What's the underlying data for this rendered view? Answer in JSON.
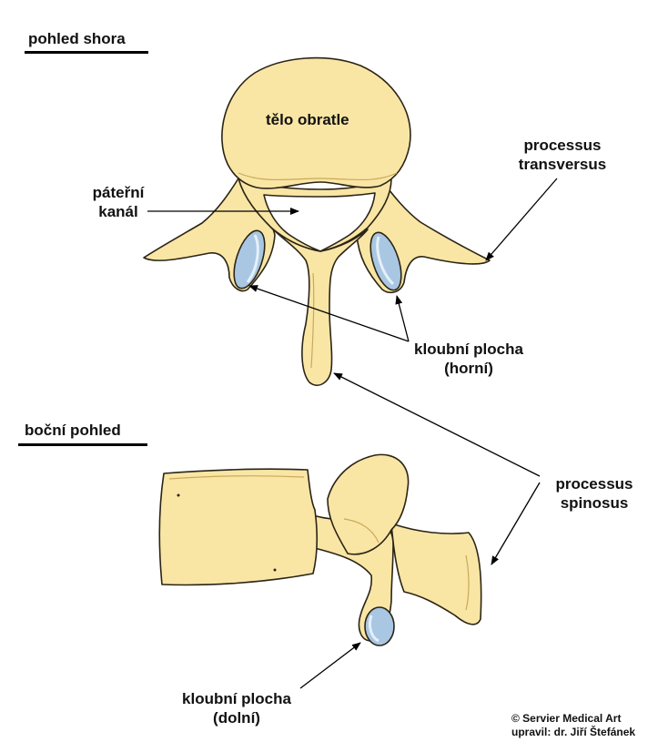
{
  "views": {
    "top_title": "pohled shora",
    "side_title": "boční pohled"
  },
  "labels": {
    "body": "tělo obratle",
    "canal": [
      "páteřní",
      "kanál"
    ],
    "transverse": [
      "processus",
      "transversus"
    ],
    "facet_upper": [
      "kloubní plocha",
      "(horní)"
    ],
    "spinous": [
      "processus",
      "spinosus"
    ],
    "facet_lower": [
      "kloubní plocha",
      "(dolní)"
    ]
  },
  "credit": {
    "line1": "© Servier Medical Art",
    "line2": "upravil: dr. Jiří Štefánek"
  },
  "colors": {
    "bone_fill": "#f9e6a5",
    "bone_stroke": "#2b2416",
    "bone_shade": "#e8cc7c",
    "facet_fill": "#a9c7e2",
    "facet_highlight": "#e4f0fa",
    "arrow": "#000000"
  }
}
